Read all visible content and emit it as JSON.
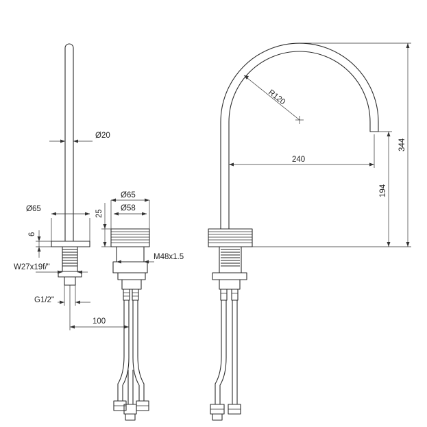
{
  "dimensions": {
    "side_spout_diameter": "Ø20",
    "base_diameter_left": "Ø65",
    "flange_thickness": "6",
    "connection_thread": "W27x19f/\"",
    "hose_thread": "G1/2\"",
    "hose_spacing": "100",
    "body_outer_diameter": "Ø65",
    "body_inner_diameter": "Ø58",
    "body_height": "25",
    "mount_thread": "M48x1.5",
    "spout_radius": "R120",
    "spout_reach": "240",
    "outlet_height": "194",
    "total_height": "344"
  }
}
